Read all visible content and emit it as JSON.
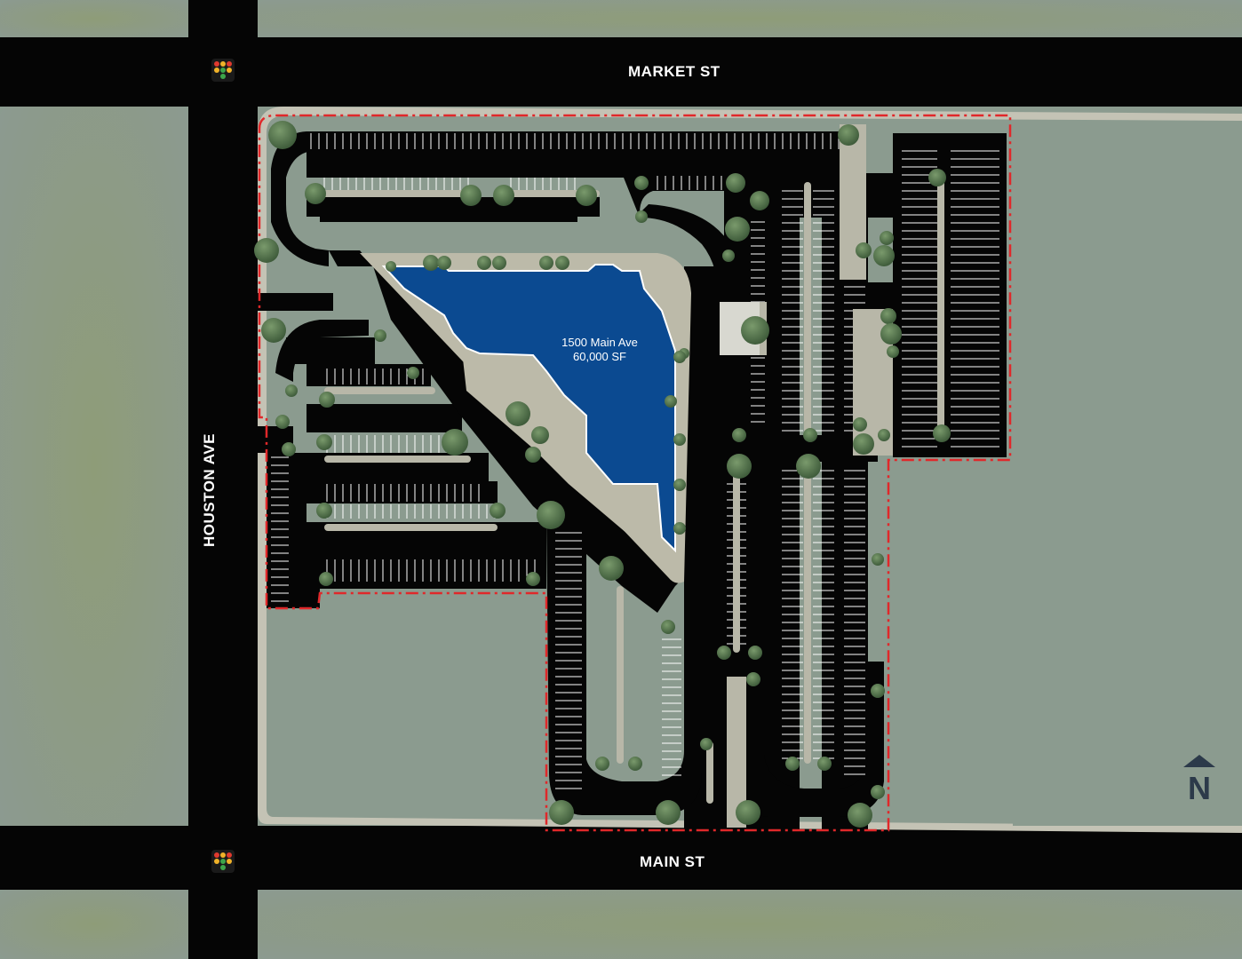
{
  "streets": {
    "market": "MARKET ST",
    "main": "MAIN ST",
    "houston": "HOUSTON AVE"
  },
  "building": {
    "address": "1500 Main Ave",
    "area": "60,000 SF",
    "color": "#0b4a91"
  },
  "north_arrow": "N",
  "icons": {
    "traffic_light": "traffic-light-icon",
    "accessible_parking": "accessible-parking-icon",
    "tree": "tree-icon"
  },
  "colors": {
    "asphalt": "#050505",
    "ground": "#8a9a8e",
    "curb": "#c9c8bb",
    "sidewalk": "#b8b7a8",
    "boundary": "#e0282a",
    "tree": "#4e6b48"
  }
}
